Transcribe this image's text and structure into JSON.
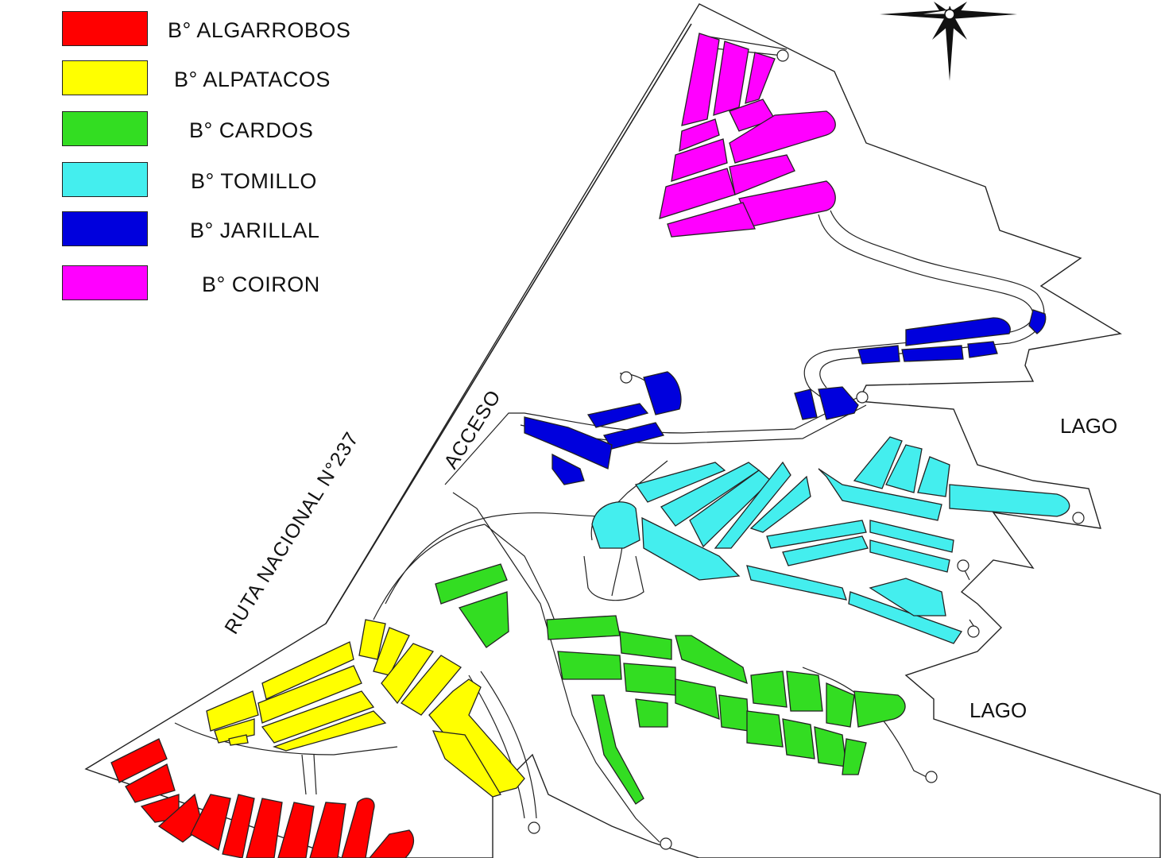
{
  "legend": {
    "items": [
      {
        "label": "B° ALGARROBOS",
        "color": "#ff0000"
      },
      {
        "label": "B° ALPATACOS",
        "color": "#ffff00"
      },
      {
        "label": "B° CARDOS",
        "color": "#33dd22"
      },
      {
        "label": "B° TOMILLO",
        "color": "#44eeee"
      },
      {
        "label": "B° JARILLAL",
        "color": "#0000dd"
      },
      {
        "label": "B° COIRON",
        "color": "#ff00ff"
      }
    ]
  },
  "labels": {
    "route": "RUTA NACIONAL N°237",
    "access": "ACCESO",
    "lake_upper": "LAGO",
    "lake_lower": "LAGO"
  },
  "icons": {
    "compass": "compass-rose-icon"
  }
}
